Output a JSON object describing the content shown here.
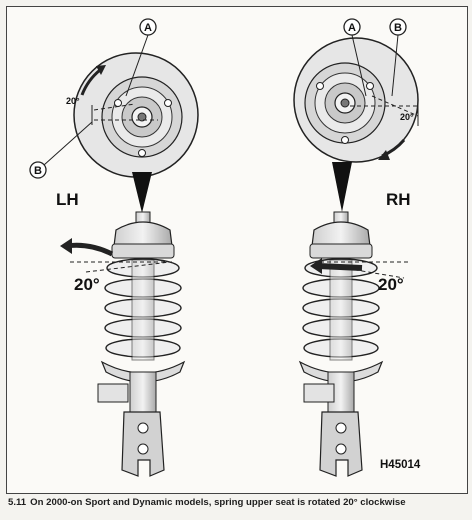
{
  "figure": {
    "ref_code": "H45014",
    "left_label": "LH",
    "right_label": "RH",
    "callout_a": "A",
    "callout_b": "B",
    "angle_seat": "20°",
    "angle_spring": "20°"
  },
  "caption": {
    "number": "5.11",
    "text": "On 2000-on Sport and Dynamic models, spring upper seat is rotated 20° clockwise"
  }
}
